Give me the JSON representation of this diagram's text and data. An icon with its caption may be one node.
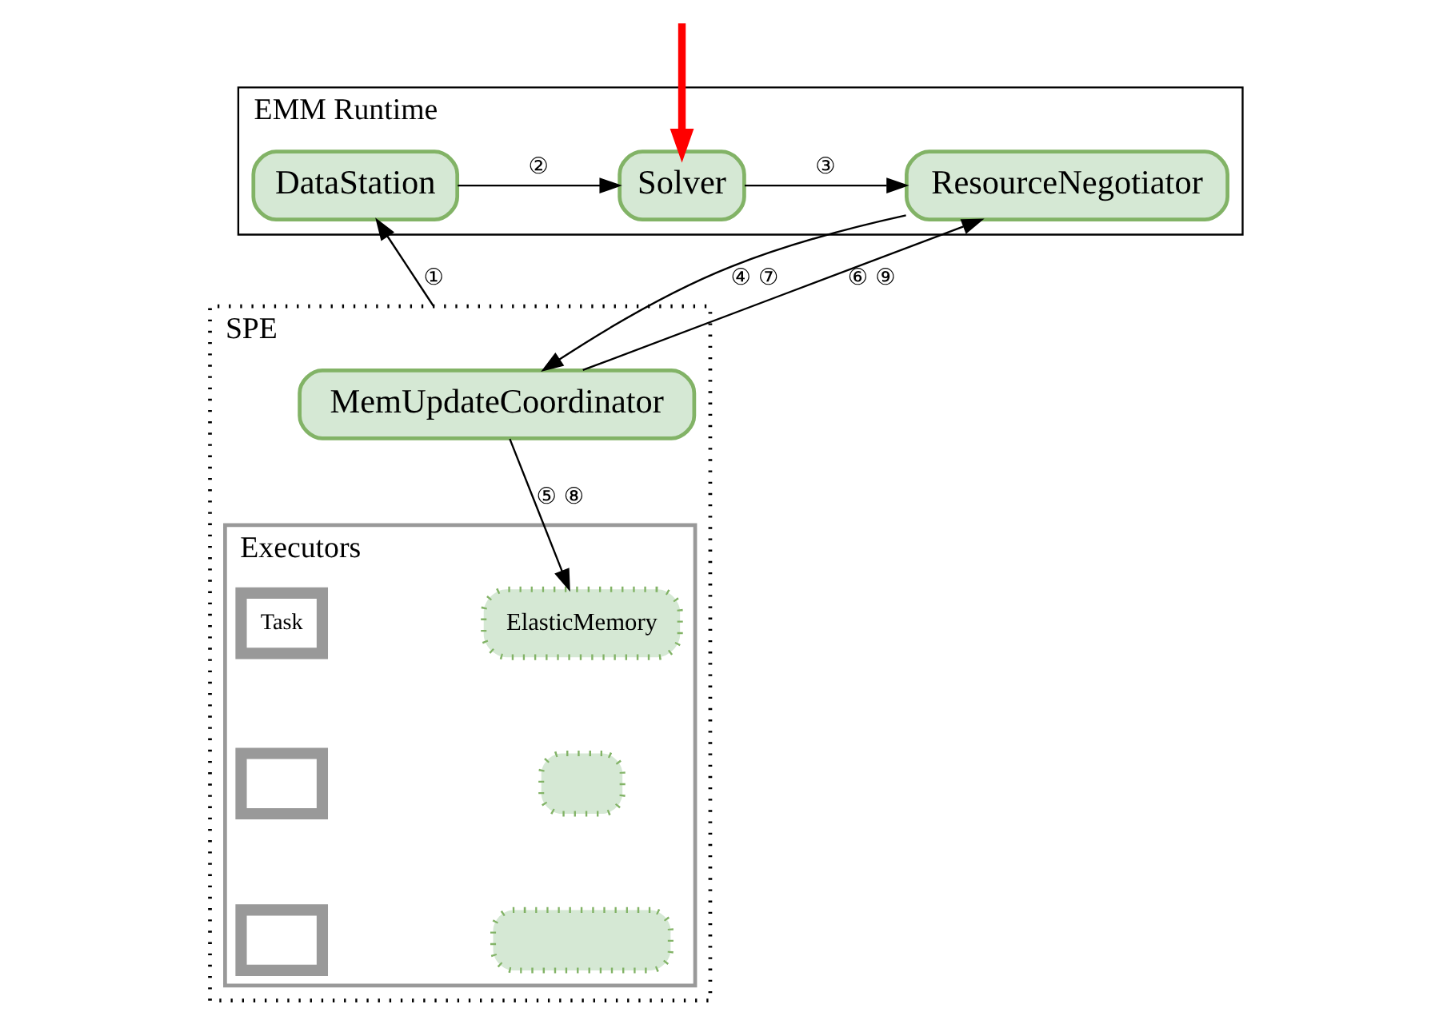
{
  "diagram": {
    "nodes": [
      {
        "text": [
          "EMM Runtime"
        ]
      },
      {
        "text": [
          "DataStation"
        ],
        "in": 0
      },
      {
        "text": [
          "Solver"
        ],
        "in": 0
      },
      {
        "text": [
          "ResourceNegotiator"
        ],
        "in": 0
      },
      {
        "text": [
          "SPE"
        ]
      },
      {
        "text": [
          "MemUpdateCoordinator"
        ],
        "in": 4
      },
      {
        "text": [
          "Executors"
        ],
        "in": 4
      },
      {
        "text": [
          "Task"
        ],
        "in": 6
      },
      {
        "text": [
          "ElasticMemory"
        ],
        "in": 6
      },
      {
        "text": [],
        "shape": "box",
        "in": 6
      },
      {
        "text": [],
        "shape": "box",
        "in": 6
      },
      {
        "text": [],
        "shape": "box",
        "in": 6
      },
      {
        "text": [],
        "shape": "box",
        "in": 6
      }
    ],
    "edges": [
      {
        "from": null,
        "to": 2,
        "arrow": "to",
        "style": "thick",
        "color": "#ff0000"
      },
      {
        "from": 1,
        "to": 2,
        "arrow": "to",
        "label": "②"
      },
      {
        "from": 2,
        "to": 3,
        "arrow": "to",
        "label": "③"
      },
      {
        "from": 4,
        "to": 1,
        "arrow": "to",
        "label": "①"
      },
      {
        "from": 3,
        "to": 5,
        "arrow": "to",
        "label": "④ ⑦"
      },
      {
        "from": 5,
        "to": 3,
        "arrow": "to",
        "label": "⑥ ⑨"
      },
      {
        "from": 5,
        "to": 8,
        "arrow": "to",
        "label": "⑤ ⑧"
      }
    ]
  }
}
